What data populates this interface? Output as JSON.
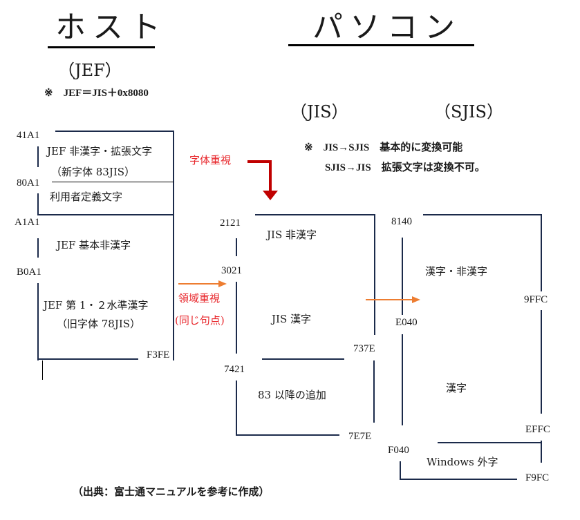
{
  "headings": {
    "host": "ホスト",
    "pc": "パソコン",
    "jef": "（JEF）",
    "jis": "（JIS）",
    "sjis": "（SJIS）"
  },
  "notes": {
    "jef_formula": "※　JEF＝JIS＋0x8080",
    "jis_to_sjis": "※　JIS→SJIS　基本的に変換可能",
    "sjis_to_jis": "SJIS→JIS　拡張文字は変換不可。"
  },
  "jef": {
    "codes": [
      "41A1",
      "80A1",
      "A1A1",
      "B0A1",
      "F3FE"
    ],
    "regions": {
      "ext_line1": "JEF 非漢字・拡張文字",
      "ext_line2": "（新字体 83JIS）",
      "user_defined": "利用者定義文字",
      "basic_nonkanji": "JEF 基本非漢字",
      "kanji_line1": "JEF 第 1・２水準漢字",
      "kanji_line2": "（旧字体 78JIS）"
    }
  },
  "jis": {
    "codes": [
      "2121",
      "3021",
      "7421",
      "737E",
      "7E7E"
    ],
    "regions": {
      "nonkanji": "JIS 非漢字",
      "kanji": "JIS 漢字",
      "added": "83 以降の追加"
    }
  },
  "sjis": {
    "codes": [
      "8140",
      "E040",
      "9FFC",
      "EFFC",
      "F040",
      "F9FC"
    ],
    "regions": {
      "kanji_nonkanji": "漢字・非漢字",
      "kanji": "漢字",
      "windows_gaiji": "Windows 外字"
    }
  },
  "annotations": {
    "glyph_priority": "字体重視",
    "area_priority": "領域重視",
    "same_kuten": "(同じ句点)"
  },
  "colors": {
    "line": "#1b2a4a",
    "red_text": "#e8262b",
    "red_arrow": "#c00000",
    "orange_arrow": "#ed7d31"
  },
  "source": "（出典：富士通マニュアルを参考に作成）"
}
